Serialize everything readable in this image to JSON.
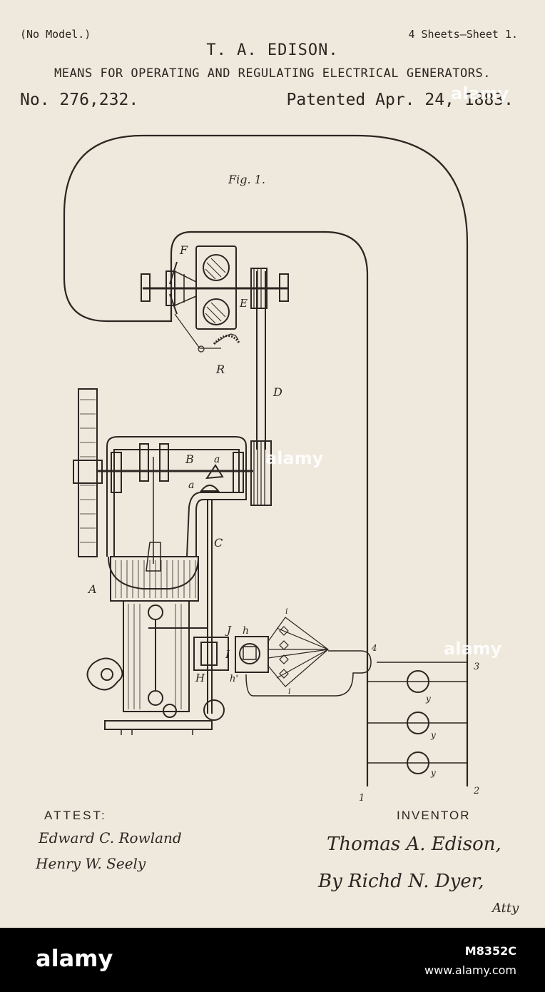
{
  "header": {
    "model_note": "(No Model.)",
    "sheets": "4 Sheets—Sheet 1.",
    "inventor": "T. A. EDISON.",
    "title": "MEANS FOR OPERATING AND REGULATING ELECTRICAL GENERATORS.",
    "patent_number": "No. 276,232.",
    "patent_date": "Patented Apr. 24, 1883."
  },
  "figure": {
    "caption": "Fig. 1.",
    "labels": {
      "F": "F",
      "E": "E",
      "R": "R",
      "D": "D",
      "B": "B",
      "a_upper": "a",
      "a_lower": "a",
      "C": "C",
      "A": "A",
      "J": "J",
      "h": "h",
      "I": "I",
      "H": "H",
      "h_prime": "h'",
      "i": "i",
      "terminal_4": "4",
      "terminal_3": "3",
      "terminal_1": "1",
      "terminal_2": "2",
      "y": "y"
    }
  },
  "signatures": {
    "attest_label": "ATTEST:",
    "inventor_label": "INVENTOR",
    "witness_1": "Edward C. Rowland",
    "witness_2": "Henry W. Seely",
    "inventor_signature": "Thomas A. Edison,",
    "attorney_signature": "By Richd N. Dyer,",
    "attorney_suffix": "Atty"
  },
  "watermarks": [
    "alamy",
    "alamy",
    "alamy"
  ],
  "footer": {
    "logo": "alamy",
    "image_id": "M8352C",
    "url": "www.alamy.com"
  },
  "colors": {
    "paper": "#efe8dc",
    "ink": "#2b2622",
    "footer_bg": "#000000"
  }
}
